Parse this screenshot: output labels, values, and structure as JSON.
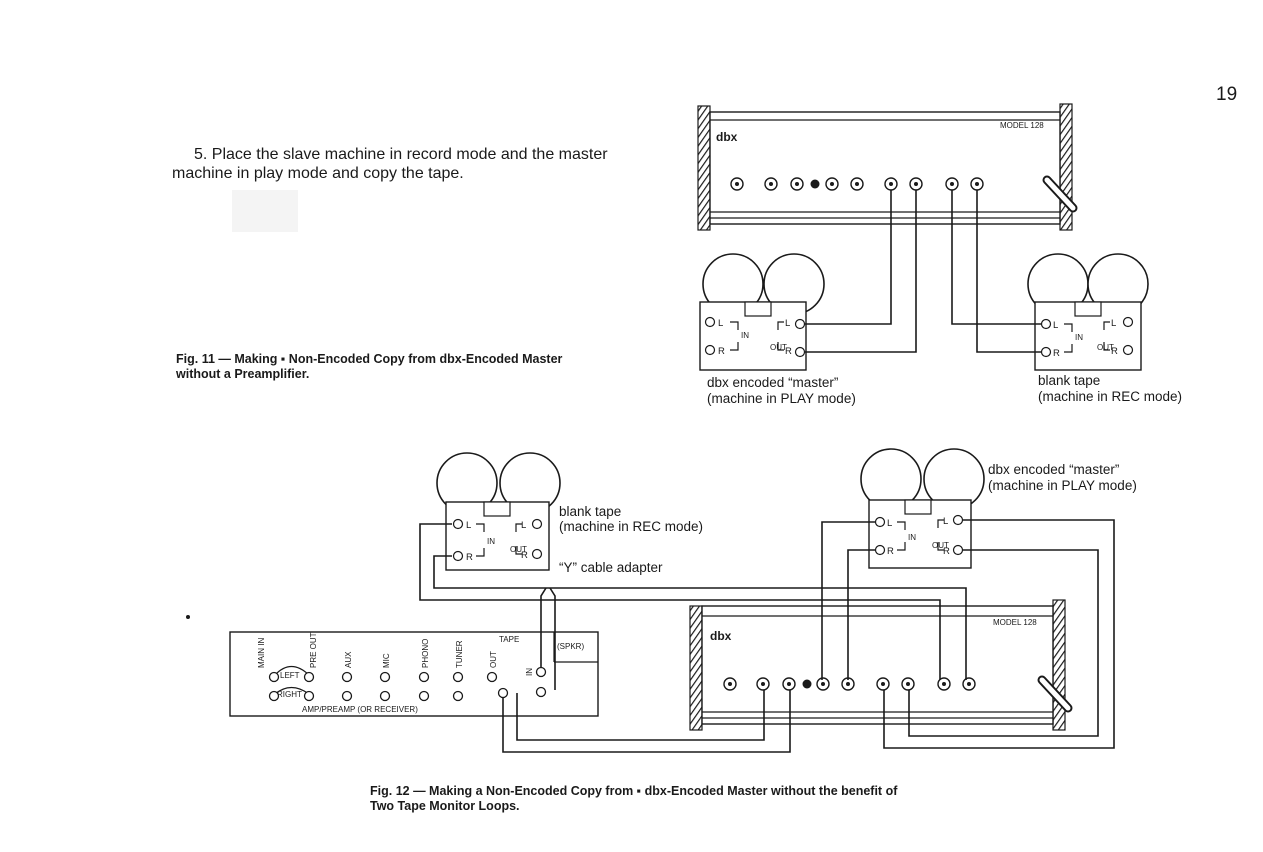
{
  "page_number": "19",
  "instruction_text": "5. Place the slave machine in record mode and the master machine in play mode and copy the tape.",
  "fig11": {
    "caption_line1": "Fig. 11 — Making ▪ Non-Encoded Copy from dbx-Encoded Master",
    "caption_line2": "without a Preamplifier.",
    "unit_brand": "dbx",
    "unit_model": "MODEL 128",
    "left_deck_label1": "dbx encoded “master”",
    "left_deck_label2": "(machine in PLAY mode)",
    "right_deck_label1": "blank tape",
    "right_deck_label2": "(machine in REC mode)"
  },
  "fig12": {
    "caption_line1": "Fig. 12 — Making a Non-Encoded Copy from ▪ dbx-Encoded Master without the benefit of",
    "caption_line2": "Two Tape Monitor Loops.",
    "unit_brand": "dbx",
    "unit_model": "MODEL 128",
    "slave_label1": "blank tape",
    "slave_label2": "(machine in REC mode)",
    "master_label1": "dbx encoded “master”",
    "master_label2": "(machine in PLAY mode)",
    "y_cable_label": "“Y” cable adapter",
    "amp_label": "AMP/PREAMP (OR RECEIVER)",
    "amp_jacks": {
      "main_in": "MAIN IN",
      "pre_out": "PRE OUT",
      "aux": "AUX",
      "mic": "MIC",
      "phono": "PHONO",
      "tuner": "TUNER",
      "tape": "TAPE",
      "out": "OUT",
      "in": "IN",
      "spkr": "(SPKR)",
      "left": "LEFT",
      "right": "RIGHT"
    }
  },
  "deck_jacks": {
    "l": "L",
    "r": "R",
    "in": "IN",
    "out": "OUT"
  }
}
